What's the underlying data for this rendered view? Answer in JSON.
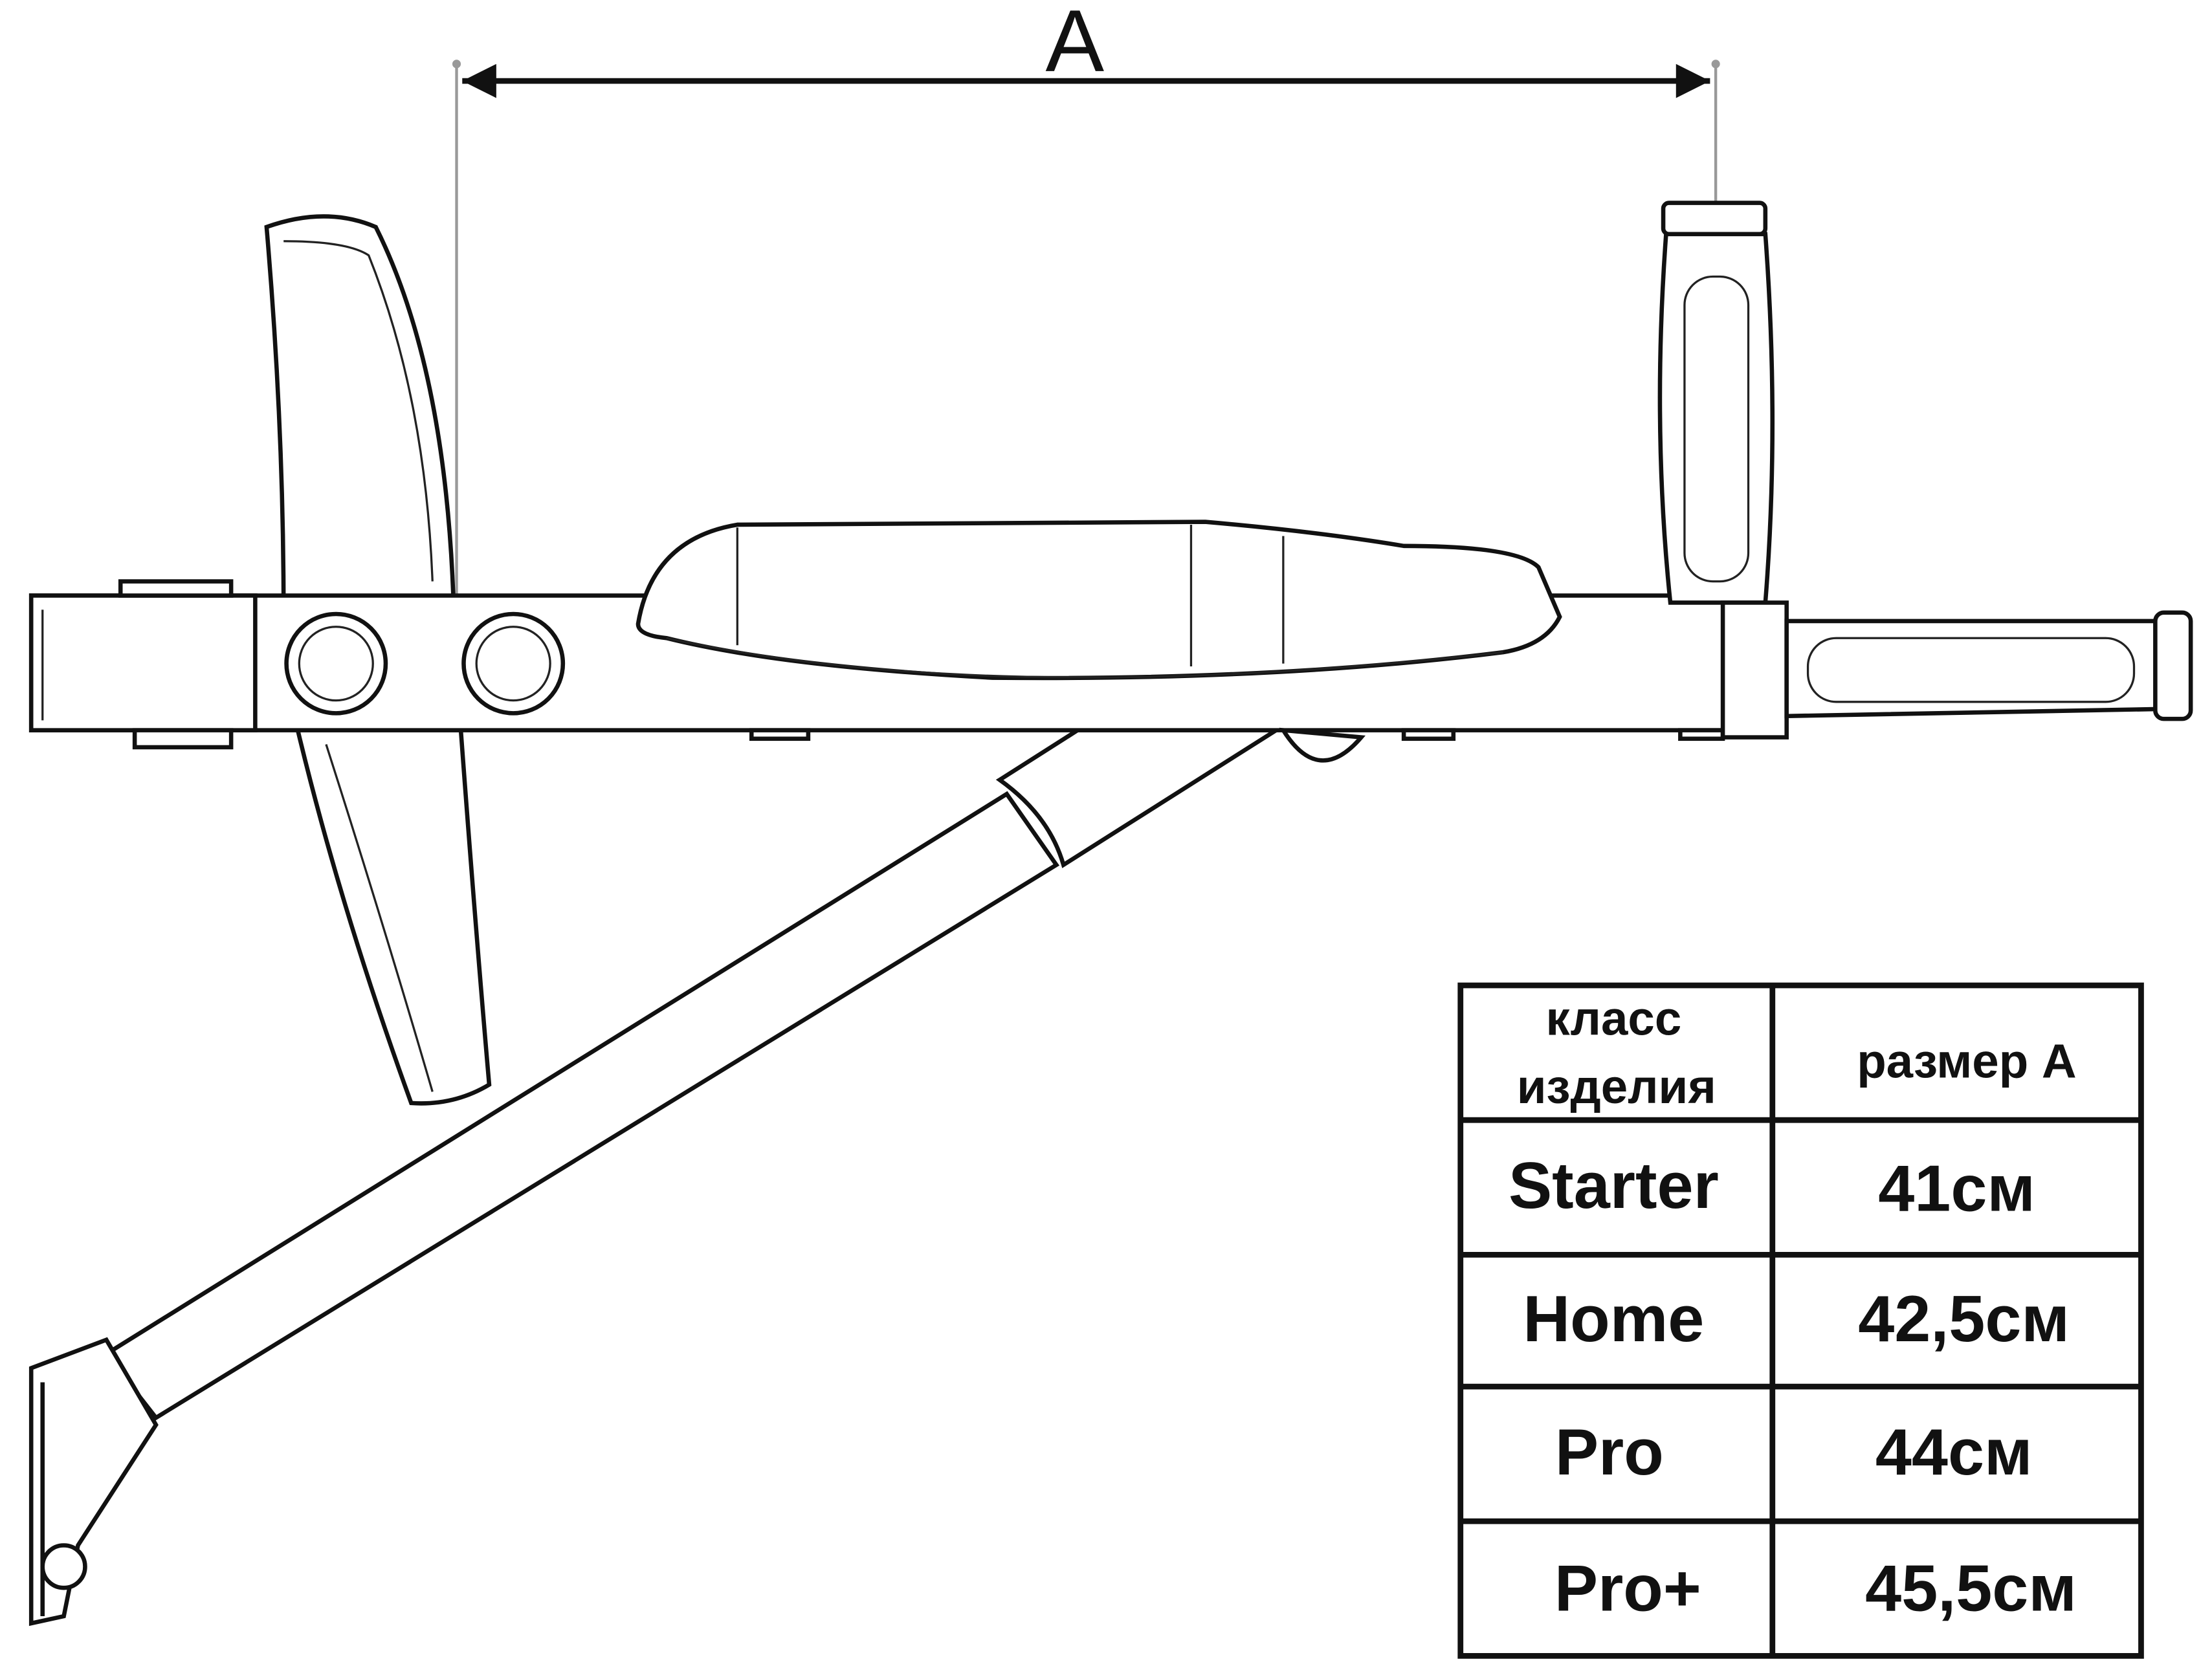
{
  "dimension": {
    "label": "A"
  },
  "table": {
    "headers": [
      [
        "класс",
        "изделия"
      ],
      "размер А"
    ],
    "rows": [
      {
        "class": "Starter",
        "size": "41см"
      },
      {
        "class": "Home",
        "size": "42,5см"
      },
      {
        "class": "Pro",
        "size": "44см"
      },
      {
        "class": "Pro+",
        "size": "45,5см"
      }
    ]
  },
  "colors": {
    "line": "#111111",
    "dimension_line": "#999999",
    "background": "#ffffff"
  }
}
